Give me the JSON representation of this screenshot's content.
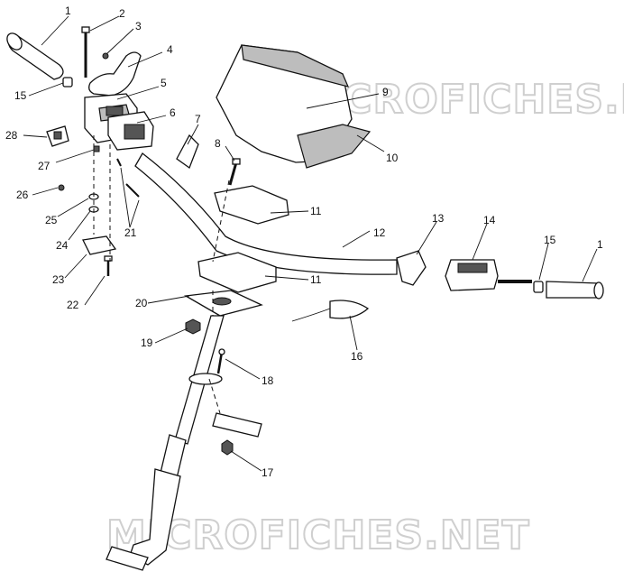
{
  "watermark": "MICROFICHES.NET",
  "callouts": [
    {
      "id": "c1a",
      "label": "1"
    },
    {
      "id": "c2",
      "label": "2"
    },
    {
      "id": "c3",
      "label": "3"
    },
    {
      "id": "c4",
      "label": "4"
    },
    {
      "id": "c5",
      "label": "5"
    },
    {
      "id": "c6",
      "label": "6"
    },
    {
      "id": "c7",
      "label": "7"
    },
    {
      "id": "c8",
      "label": "8"
    },
    {
      "id": "c9",
      "label": "9"
    },
    {
      "id": "c10",
      "label": "10"
    },
    {
      "id": "c11a",
      "label": "11"
    },
    {
      "id": "c11b",
      "label": "11"
    },
    {
      "id": "c12",
      "label": "12"
    },
    {
      "id": "c13",
      "label": "13"
    },
    {
      "id": "c14",
      "label": "14"
    },
    {
      "id": "c15a",
      "label": "15"
    },
    {
      "id": "c15b",
      "label": "15"
    },
    {
      "id": "c1b",
      "label": "1"
    },
    {
      "id": "c16",
      "label": "16"
    },
    {
      "id": "c17",
      "label": "17"
    },
    {
      "id": "c18",
      "label": "18"
    },
    {
      "id": "c19",
      "label": "19"
    },
    {
      "id": "c20",
      "label": "20"
    },
    {
      "id": "c21",
      "label": "21"
    },
    {
      "id": "c22",
      "label": "22"
    },
    {
      "id": "c23",
      "label": "23"
    },
    {
      "id": "c24",
      "label": "24"
    },
    {
      "id": "c25",
      "label": "25"
    },
    {
      "id": "c26",
      "label": "26"
    },
    {
      "id": "c27",
      "label": "27"
    },
    {
      "id": "c28",
      "label": "28"
    }
  ]
}
